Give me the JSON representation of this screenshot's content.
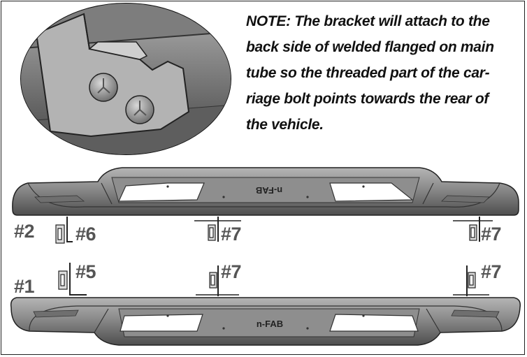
{
  "note": {
    "lines": [
      "NOTE: The bracket will attach to the",
      "back side of welded flanged on main",
      "tube so the threaded part of the car-",
      "riage bolt points towards the rear of",
      "the vehicle."
    ]
  },
  "labels": {
    "step2": "#2",
    "step1": "#1",
    "b6": "#6",
    "b7_top_mid": "#7",
    "b7_top_right": "#7",
    "b5": "#5",
    "b7_bot_mid": "#7",
    "b7_bot_right": "#7"
  },
  "logos": {
    "top": "n-FAB",
    "bottom": "n-FAB"
  },
  "colors": {
    "tube": "#7a7a7a",
    "tube_dark": "#4a4a4a",
    "text_label": "#555555"
  }
}
